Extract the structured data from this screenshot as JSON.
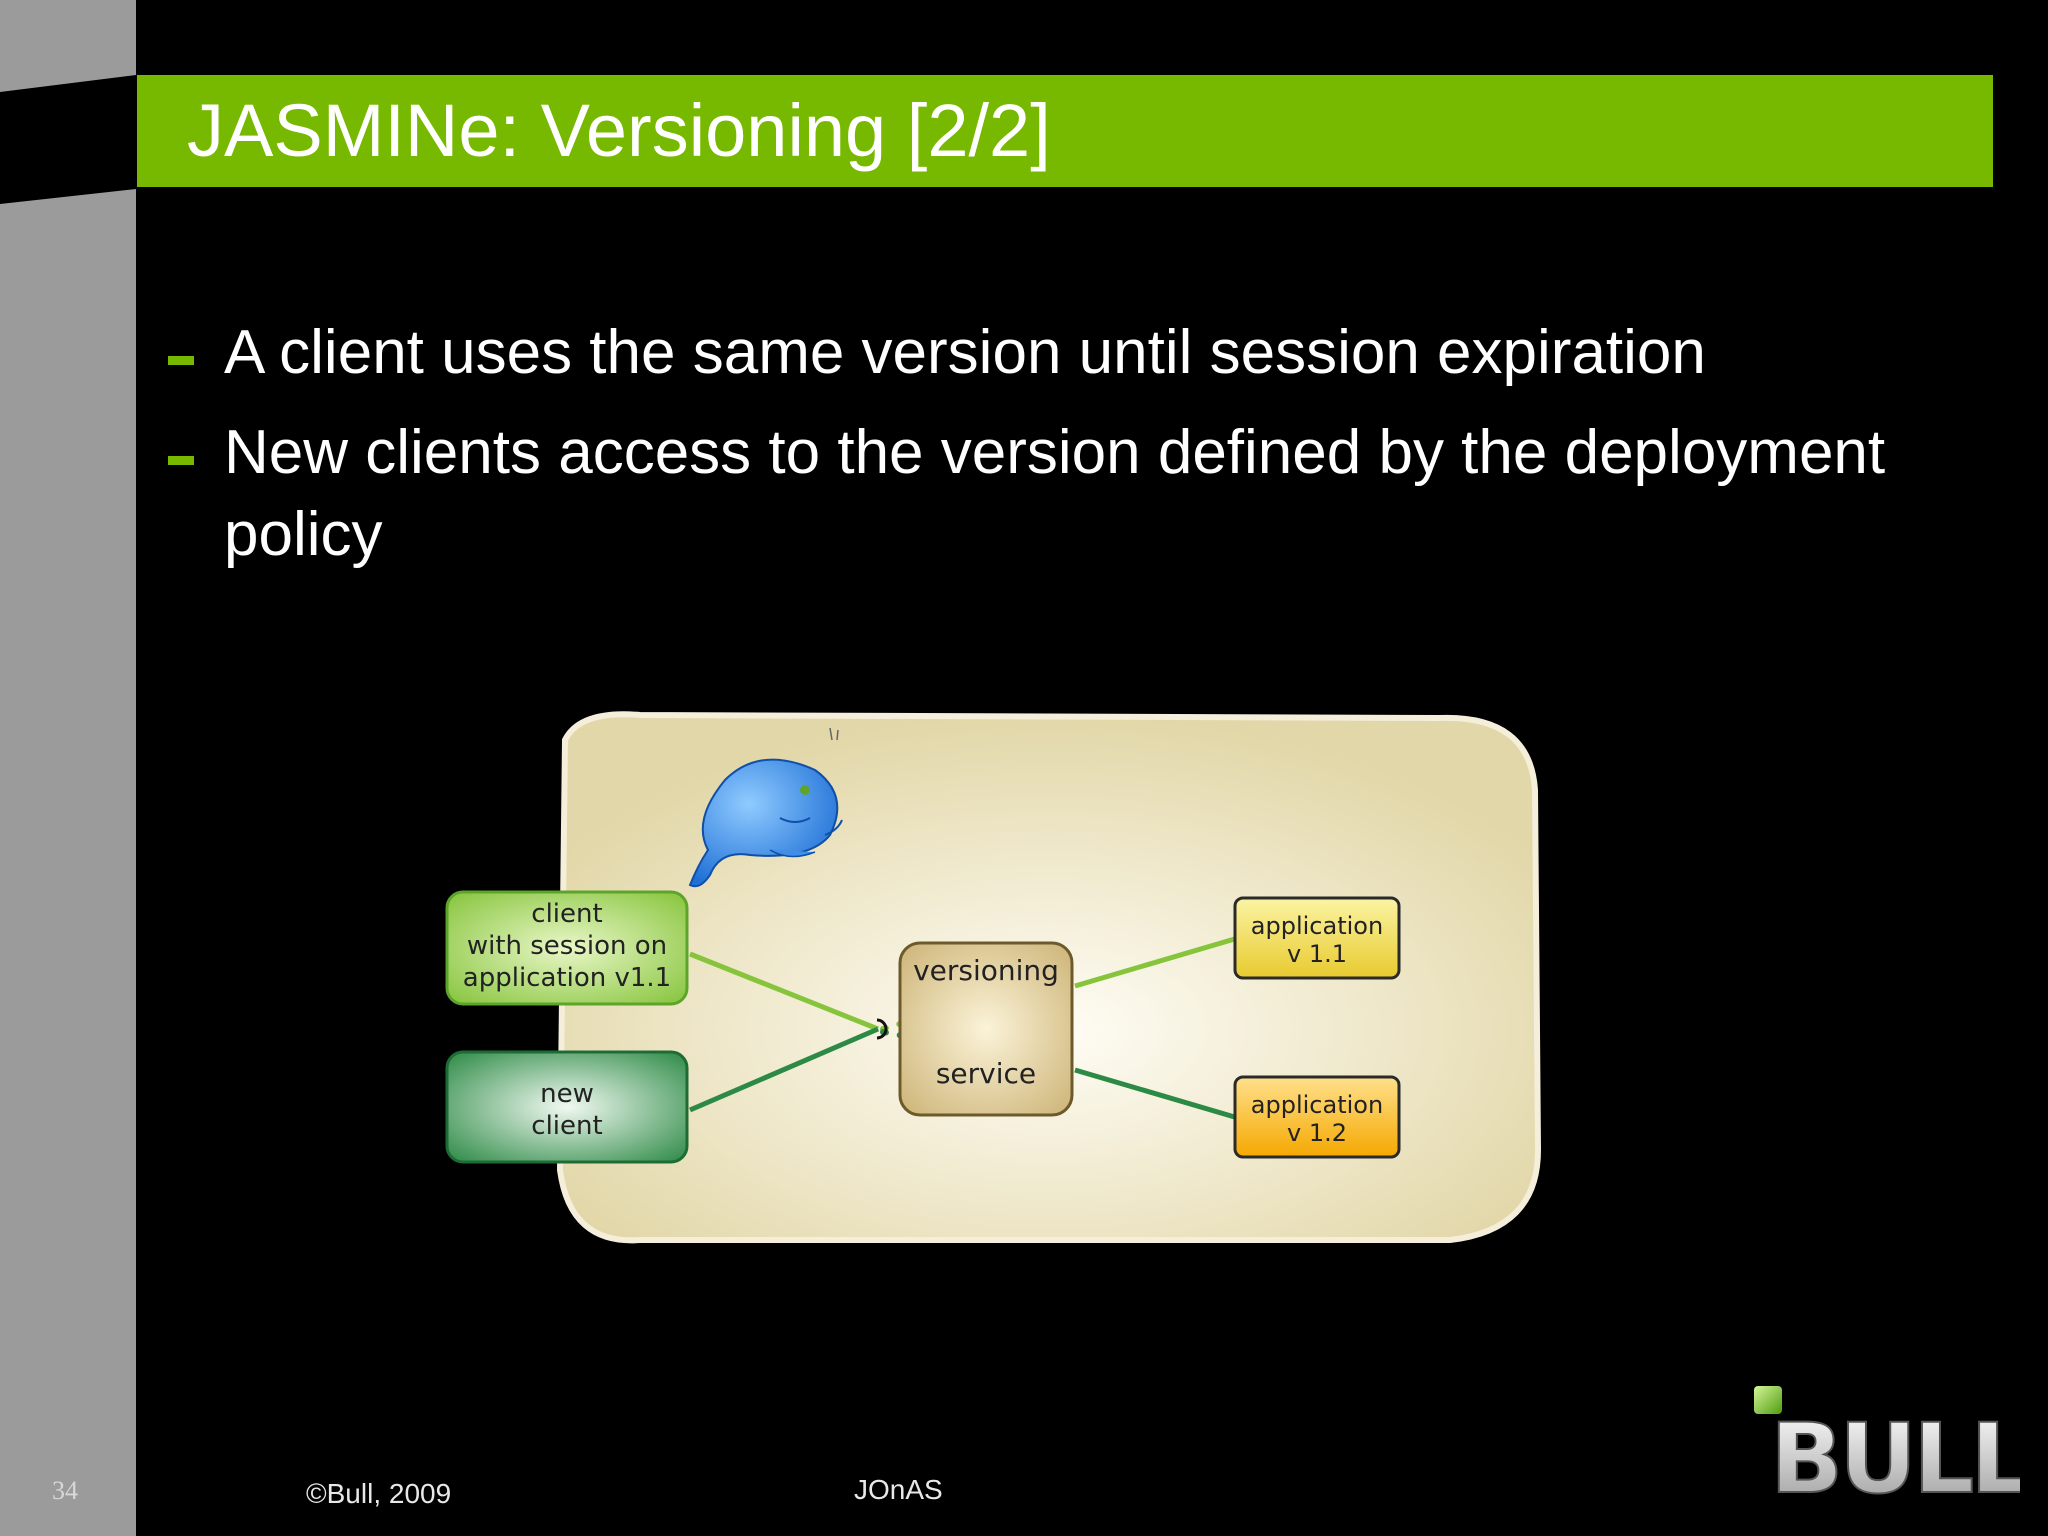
{
  "slide": {
    "title": "JASMINe: Versioning [2/2]",
    "bullets": [
      "A client uses the same version until session expiration",
      "New clients access to the version defined by the deployment policy"
    ]
  },
  "diagram": {
    "client_session": [
      "client",
      "with session on",
      "application v1.1"
    ],
    "new_client": [
      "new",
      "client"
    ],
    "service": [
      "versioning",
      "service"
    ],
    "app1": [
      "application",
      "v 1.1"
    ],
    "app2": [
      "application",
      "v 1.2"
    ]
  },
  "footer": {
    "page_number": "34",
    "copyright": "©Bull, 2009",
    "center_text": "JOnAS"
  },
  "logo": {
    "text": "BULL"
  },
  "colors": {
    "accent_green": "#77b800",
    "sidebar_gray": "#9b9b9b",
    "background": "#000000"
  }
}
